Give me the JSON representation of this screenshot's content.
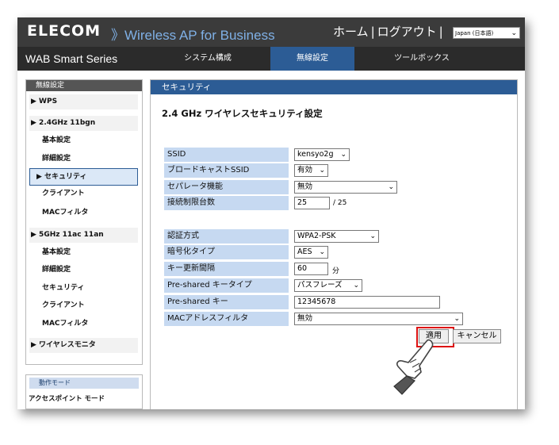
{
  "header": {
    "logo": "ELECOM",
    "tagline": "》Wireless AP for Business",
    "home_link": "ホーム",
    "separator": "|",
    "logout_link": "ログアウト",
    "language_selected": "Japan (日本語)"
  },
  "nav": {
    "brand": "WAB Smart Series",
    "tabs": [
      {
        "label": "システム構成"
      },
      {
        "label": "無線設定"
      },
      {
        "label": "ツールボックス"
      }
    ]
  },
  "sidebar": {
    "heading": "無線設定",
    "items": [
      {
        "label": "▶ WPS"
      },
      {
        "label": "▶ 2.4GHz 11bgn"
      },
      {
        "label": "基本設定"
      },
      {
        "label": "詳細設定"
      },
      {
        "label": "▶ セキュリティ"
      },
      {
        "label": "クライアント"
      },
      {
        "label": "MACフィルタ"
      },
      {
        "label": "▶ 5GHz 11ac 11an"
      },
      {
        "label": "基本設定"
      },
      {
        "label": "詳細設定"
      },
      {
        "label": "セキュリティ"
      },
      {
        "label": "クライアント"
      },
      {
        "label": "MACフィルタ"
      },
      {
        "label": "▶ ワイヤレスモニタ"
      }
    ],
    "mode_heading": "動作モード",
    "mode_value": "アクセスポイント モード"
  },
  "main": {
    "heading": "セキュリティ",
    "title": "2.4 GHz ワイヤレスセキュリティ設定",
    "fields": {
      "ssid": {
        "label": "SSID",
        "value": "kensyo2g"
      },
      "broadcast": {
        "label": "ブロードキャストSSID",
        "value": "有効"
      },
      "separator": {
        "label": "セパレータ機能",
        "value": "無効"
      },
      "max_clients": {
        "label": "接続制限台数",
        "value": "25",
        "suffix": "/ 25"
      },
      "auth": {
        "label": "認証方式",
        "value": "WPA2-PSK"
      },
      "encryption": {
        "label": "暗号化タイプ",
        "value": "AES"
      },
      "key_interval": {
        "label": "キー更新間隔",
        "value": "60",
        "unit": "分"
      },
      "psk_type": {
        "label": "Pre-shared キータイプ",
        "value": "パスフレーズ"
      },
      "psk": {
        "label": "Pre-shared キー",
        "value": "12345678"
      },
      "mac_filter": {
        "label": "MACアドレスフィルタ",
        "value": "無効"
      }
    },
    "apply_label": "適用",
    "cancel_label": "キャンセル"
  },
  "colors": {
    "accent": "#2c5c95",
    "label_bg": "#c6d9f1",
    "highlight": "#dd1111"
  }
}
